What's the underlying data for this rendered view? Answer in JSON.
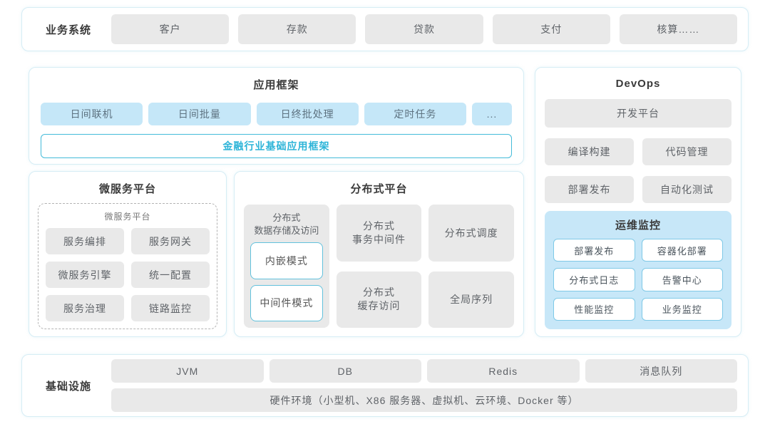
{
  "colors": {
    "card_border": "#d6edf5",
    "gray_box_bg": "#e9e9e9",
    "blue_box_bg": "#c5e7f8",
    "accent_cyan": "#2db4d8",
    "monitor_panel_bg": "#c7e7f8",
    "white_box_border": "#7fc9e7"
  },
  "business_systems": {
    "label": "业务系统",
    "items": [
      "客户",
      "存款",
      "贷款",
      "支付",
      "核算……"
    ]
  },
  "app_framework": {
    "title": "应用框架",
    "items": [
      "日间联机",
      "日间批量",
      "日终批处理",
      "定时任务",
      "..."
    ],
    "base_framework": "金融行业基础应用框架"
  },
  "microservice_platform": {
    "title": "微服务平台",
    "inner_title": "微服务平台",
    "items": [
      "服务编排",
      "服务网关",
      "微服务引擎",
      "统一配置",
      "服务治理",
      "链路监控"
    ]
  },
  "distributed_platform": {
    "title": "分布式平台",
    "storage": {
      "title": "分布式\n数据存储及访问",
      "modes": [
        "内嵌模式",
        "中间件模式"
      ]
    },
    "middle_items": [
      "分布式\n事务中间件",
      "分布式\n缓存访问"
    ],
    "right_items": [
      "分布式调度",
      "全局序列"
    ]
  },
  "devops": {
    "title": "DevOps",
    "dev_platform": "开发平台",
    "items": [
      "编译构建",
      "代码管理",
      "部署发布",
      "自动化测试"
    ],
    "monitoring": {
      "title": "运维监控",
      "items": [
        "部署发布",
        "容器化部署",
        "分布式日志",
        "告警中心",
        "性能监控",
        "业务监控"
      ]
    }
  },
  "infrastructure": {
    "label": "基础设施",
    "items": [
      "JVM",
      "DB",
      "Redis",
      "消息队列"
    ],
    "hardware": "硬件环境（小型机、X86 服务器、虚拟机、云环境、Docker 等）"
  }
}
